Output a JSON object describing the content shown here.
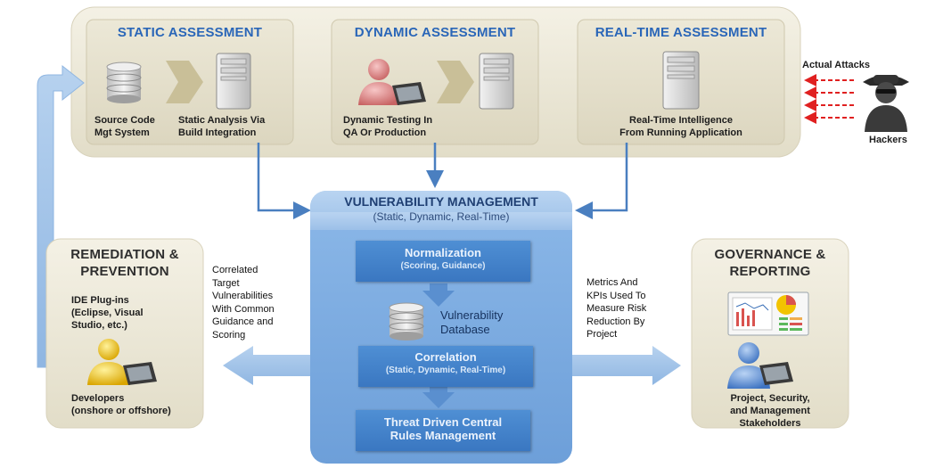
{
  "assessment_row": {
    "static": {
      "title": "STATIC ASSESSMENT",
      "caption_left": [
        "Source Code",
        "Mgt System"
      ],
      "caption_right": [
        "Static Analysis Via",
        "Build Integration"
      ]
    },
    "dynamic": {
      "title": "DYNAMIC ASSESSMENT",
      "caption": [
        "Dynamic Testing In",
        "QA Or Production"
      ]
    },
    "realtime": {
      "title": "REAL-TIME ASSESSMENT",
      "caption": [
        "Real-Time Intelligence",
        "From Running Application"
      ]
    }
  },
  "attackers": {
    "attacks_label": "Actual Attacks",
    "hackers_label": "Hackers"
  },
  "vulnerability_management": {
    "title": "VULNERABILITY MANAGEMENT",
    "subtitle": "(Static, Dynamic, Real-Time)",
    "normalization": {
      "title": "Normalization",
      "sub": "(Scoring, Guidance)"
    },
    "database_label": [
      "Vulnerability",
      "Database"
    ],
    "correlation": {
      "title": "Correlation",
      "sub": "(Static, Dynamic, Real-Time)"
    },
    "rules": [
      "Threat Driven Central",
      "Rules Management"
    ]
  },
  "remediation": {
    "title": [
      "REMEDIATION &",
      "PREVENTION"
    ],
    "ide_text": [
      "IDE Plug-ins",
      "(Eclipse, Visual",
      "Studio, etc.)"
    ],
    "developers_text": [
      "Developers",
      "(onshore or offshore)"
    ]
  },
  "left_arrow_text": [
    "Correlated",
    "Target",
    "Vulnerabilities",
    "With Common",
    "Guidance and",
    "Scoring"
  ],
  "right_arrow_text": [
    "Metrics And",
    "KPIs Used To",
    "Measure Risk",
    "Reduction By",
    "Project"
  ],
  "governance": {
    "title": [
      "GOVERNANCE &",
      "REPORTING"
    ],
    "stakeholders_text": [
      "Project, Security,",
      "and Management",
      "Stakeholders"
    ]
  },
  "colors": {
    "panel_beige": "#e8e4d3",
    "title_blue": "#2a66b8",
    "arrow_blue": "#4a7fc0",
    "light_blue": "#9cc0e8",
    "vm_blue": "#7eaee3",
    "attack_red": "#e02020"
  }
}
